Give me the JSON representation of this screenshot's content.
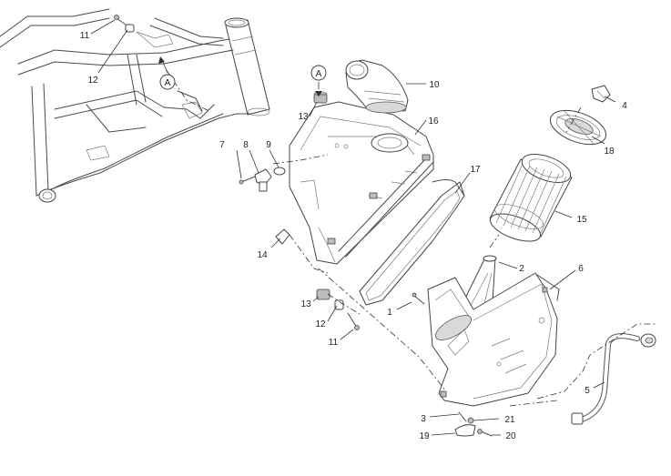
{
  "callouts": {
    "c1": "1",
    "c2": "2",
    "c3": "3",
    "c4": "4",
    "c5": "5",
    "c6": "6",
    "c7": "7",
    "c8": "8",
    "c9": "9",
    "c10": "10",
    "c11a": "11",
    "c11b": "11",
    "c12a": "12",
    "c12b": "12",
    "c13a": "13",
    "c13b": "13",
    "c14": "14",
    "c15": "15",
    "c16": "16",
    "c17": "17",
    "c18": "18",
    "c19": "19",
    "c20": "20",
    "c21": "21"
  },
  "refs": {
    "a1": "A",
    "a2": "A"
  }
}
